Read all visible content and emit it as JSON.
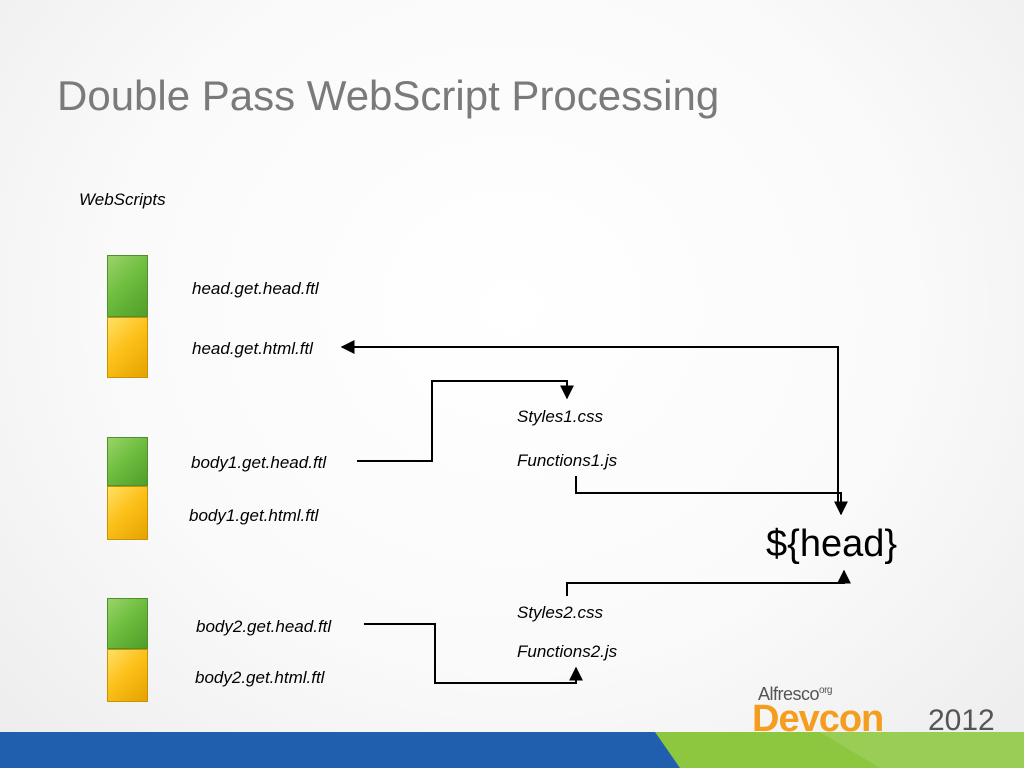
{
  "slide": {
    "title": "Double Pass WebScript Processing",
    "group_label": "WebScripts",
    "scripts": [
      {
        "head_file": "head.get.head.ftl",
        "html_file": "head.get.html.ftl"
      },
      {
        "head_file": "body1.get.head.ftl",
        "html_file": "body1.get.html.ftl"
      },
      {
        "head_file": "body2.get.head.ftl",
        "html_file": "body2.get.html.ftl"
      }
    ],
    "resources": [
      {
        "css": "Styles1.css",
        "js": "Functions1.js"
      },
      {
        "css": "Styles2.css",
        "js": "Functions2.js"
      }
    ],
    "head_variable": "${head}"
  },
  "colors": {
    "head_block": "#6fbe3f",
    "html_block": "#fcc11b",
    "footer_blue": "#1f5fae",
    "footer_green": "#8dc63f",
    "logo_orange": "#f59d1e"
  },
  "logo": {
    "brand": "Alfresco",
    "brand_suffix": "org",
    "event": "Devcon",
    "year": "2012"
  }
}
